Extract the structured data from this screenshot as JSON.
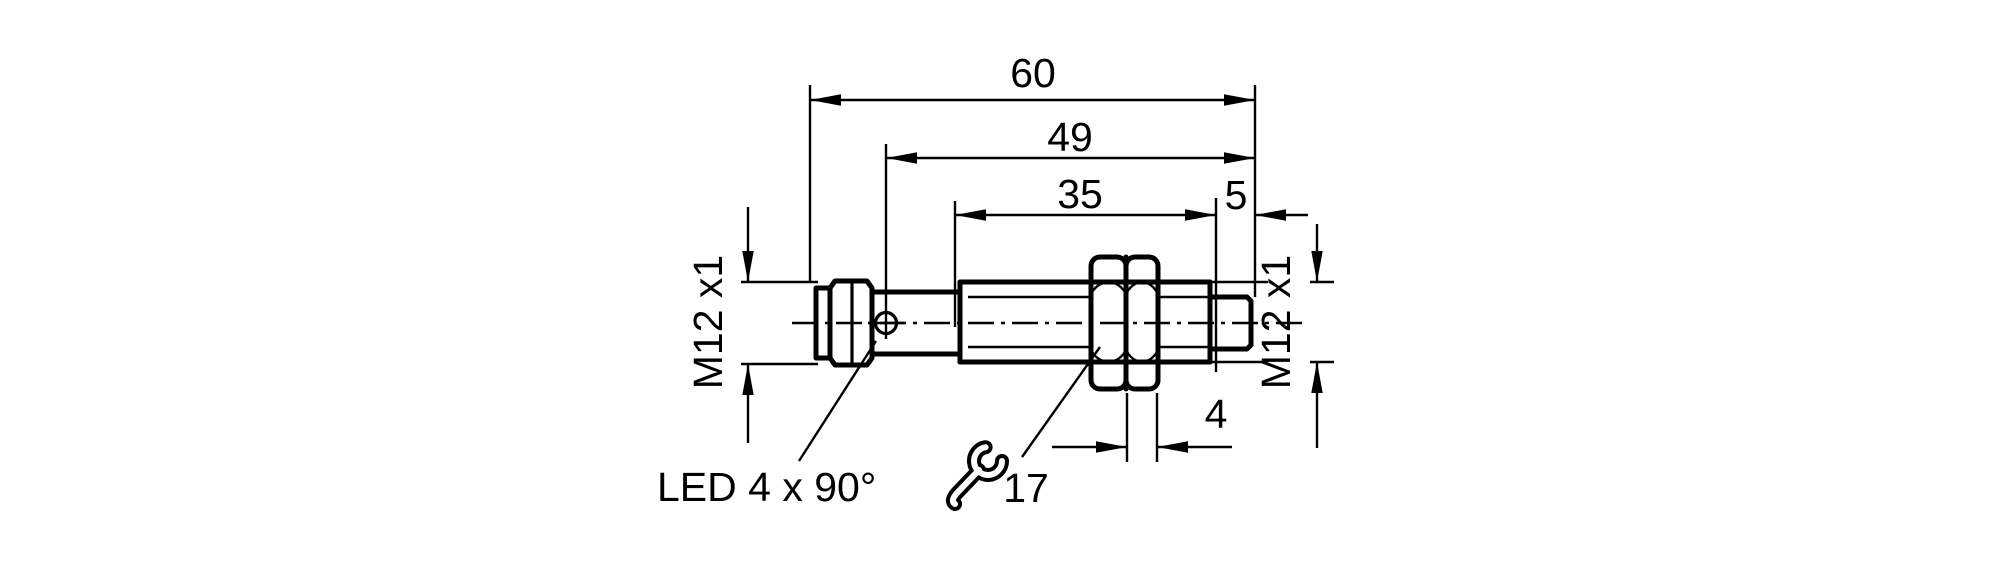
{
  "drawing": {
    "type": "sensor-dimensional-drawing",
    "background_color": "#ffffff",
    "line_color": "#000000",
    "dimensions": {
      "overall_length": "60",
      "body_length": "49",
      "thread_length": "35",
      "tip_length": "5",
      "nut_thickness": "4"
    },
    "connector_thread_label": "M12 x1",
    "sensing_thread_label": "M12 x1",
    "led_label": "LED 4 x 90°",
    "wrench_size_label": "17"
  }
}
